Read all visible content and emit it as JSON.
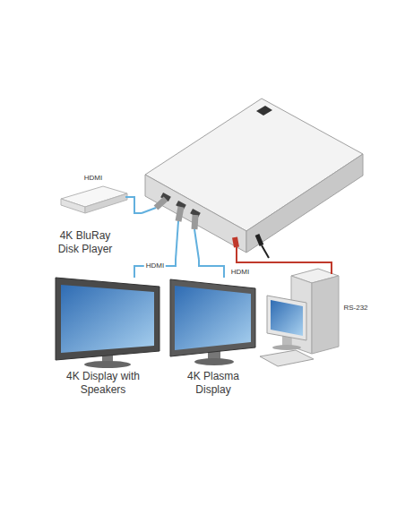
{
  "diagram": {
    "nodes": [
      {
        "text": []
      },
      {
        "text": [
          "4K BluRay Disk Player"
        ]
      },
      {
        "text": [
          "4K Display with Speakers"
        ]
      },
      {
        "text": [
          "4K Plasma Display"
        ]
      },
      {
        "text": []
      }
    ],
    "edges": [
      {
        "from": 1,
        "to": 0,
        "label": "HDMI",
        "arrow": "none"
      },
      {
        "from": 0,
        "to": 2,
        "label": "HDMI",
        "arrow": "none"
      },
      {
        "from": 0,
        "to": 3,
        "label": "HDMI",
        "arrow": "none"
      },
      {
        "from": 0,
        "to": 4,
        "label": "RS-232",
        "arrow": "none"
      }
    ]
  }
}
